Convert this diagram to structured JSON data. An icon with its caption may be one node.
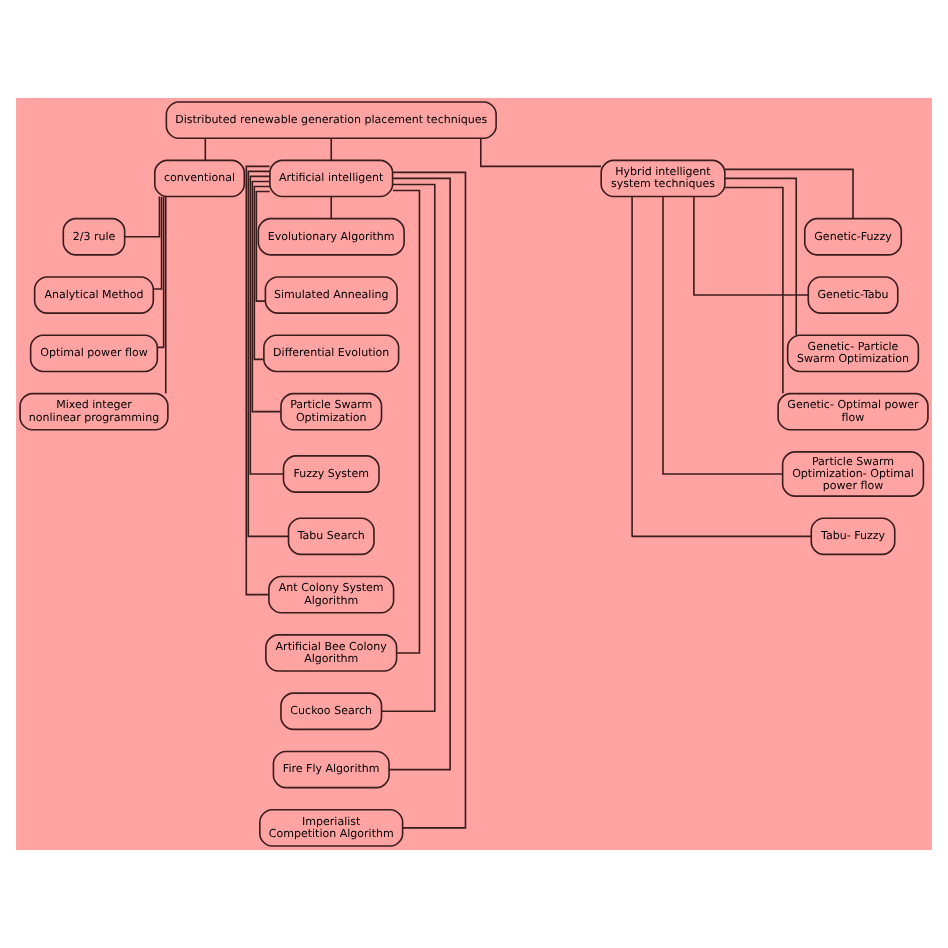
{
  "diagram": {
    "nodes": [
      {
        "text": [
          "Distributed renewable generation placement techniques"
        ]
      },
      {
        "text": [
          "conventional"
        ]
      },
      {
        "text": [
          "Artificial intelligent"
        ]
      },
      {
        "text": [
          "Hybrid intelligent system techniques"
        ]
      },
      {
        "text": [
          "2/3 rule"
        ]
      },
      {
        "text": [
          "Analytical Method"
        ]
      },
      {
        "text": [
          "Optimal power flow"
        ]
      },
      {
        "text": [
          "Mixed integer nonlinear programming"
        ]
      },
      {
        "text": [
          "Evolutionary Algorithm"
        ]
      },
      {
        "text": [
          "Simulated Annealing"
        ]
      },
      {
        "text": [
          "Differential Evolution"
        ]
      },
      {
        "text": [
          "Particle Swarm Optimization"
        ]
      },
      {
        "text": [
          "Fuzzy System"
        ]
      },
      {
        "text": [
          "Tabu Search"
        ]
      },
      {
        "text": [
          "Ant Colony System Algorithm"
        ]
      },
      {
        "text": [
          "Artificial Bee Colony Algorithm"
        ]
      },
      {
        "text": [
          "Cuckoo Search"
        ]
      },
      {
        "text": [
          "Fire Fly Algorithm"
        ]
      },
      {
        "text": [
          "Imperialist Competition Algorithm"
        ]
      },
      {
        "text": [
          "Genetic-Fuzzy"
        ]
      },
      {
        "text": [
          "Genetic-Tabu"
        ]
      },
      {
        "text": [
          "Genetic- Particle Swarm Optimization"
        ]
      },
      {
        "text": [
          "Genetic- Optimal power flow"
        ]
      },
      {
        "text": [
          "Particle Swarm Optimization- Optimal power flow"
        ]
      },
      {
        "text": [
          "Tabu- Fuzzy"
        ]
      }
    ],
    "edges": [
      {
        "from": 0,
        "to": 1,
        "arrow": "none"
      },
      {
        "from": 0,
        "to": 2,
        "arrow": "none"
      },
      {
        "from": 0,
        "to": 3,
        "arrow": "none"
      },
      {
        "from": 1,
        "to": 4,
        "arrow": "none"
      },
      {
        "from": 1,
        "to": 5,
        "arrow": "none"
      },
      {
        "from": 1,
        "to": 6,
        "arrow": "none"
      },
      {
        "from": 1,
        "to": 7,
        "arrow": "none"
      },
      {
        "from": 2,
        "to": 8,
        "arrow": "none"
      },
      {
        "from": 2,
        "to": 9,
        "arrow": "none"
      },
      {
        "from": 2,
        "to": 10,
        "arrow": "none"
      },
      {
        "from": 2,
        "to": 11,
        "arrow": "none"
      },
      {
        "from": 2,
        "to": 12,
        "arrow": "none"
      },
      {
        "from": 2,
        "to": 13,
        "arrow": "none"
      },
      {
        "from": 2,
        "to": 14,
        "arrow": "none"
      },
      {
        "from": 2,
        "to": 15,
        "arrow": "none"
      },
      {
        "from": 2,
        "to": 16,
        "arrow": "none"
      },
      {
        "from": 2,
        "to": 17,
        "arrow": "none"
      },
      {
        "from": 2,
        "to": 18,
        "arrow": "none"
      },
      {
        "from": 3,
        "to": 19,
        "arrow": "none"
      },
      {
        "from": 3,
        "to": 20,
        "arrow": "none"
      },
      {
        "from": 3,
        "to": 21,
        "arrow": "none"
      },
      {
        "from": 3,
        "to": 22,
        "arrow": "none"
      },
      {
        "from": 3,
        "to": 23,
        "arrow": "none"
      },
      {
        "from": 3,
        "to": 24,
        "arrow": "none"
      }
    ]
  }
}
